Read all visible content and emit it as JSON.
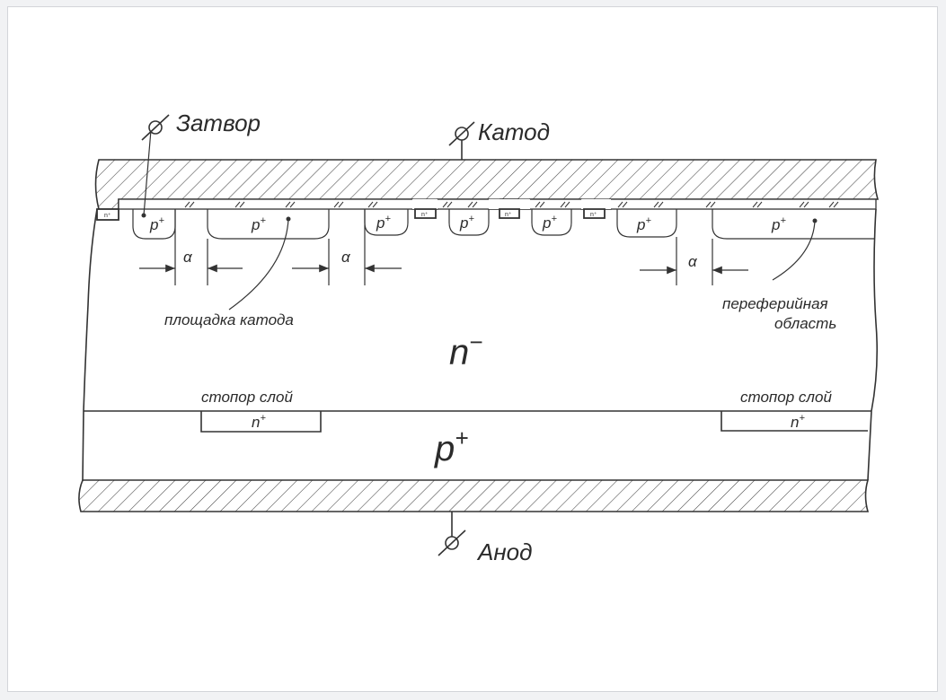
{
  "terminals": {
    "gate": "Затвор",
    "cathode": "Катод",
    "anode": "Анод"
  },
  "regions": {
    "n_minus": "n",
    "n_minus_sup": "−",
    "p_plus_bottom": "p",
    "p_plus_bottom_sup": "+",
    "p_plus_well": "p",
    "p_plus_well_sup": "+",
    "n_plus_stop": "n",
    "n_plus_stop_sup": "+",
    "n_plus_small": "n⁺"
  },
  "annotations": {
    "cathode_pad": "площадка катода",
    "peripheral_line1": "переферийная",
    "peripheral_line2": "область",
    "stop_layer_left": "стопор слой",
    "stop_layer_right": "стопор слой",
    "dimension": "α"
  },
  "colors": {
    "background": "#f1f2f4",
    "panel": "#ffffff",
    "ink": "#333333"
  }
}
